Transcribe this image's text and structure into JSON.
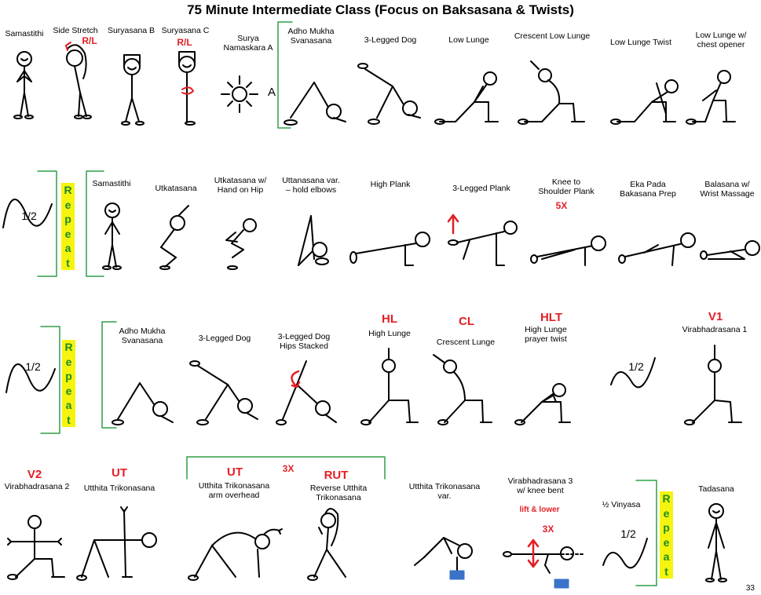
{
  "title": "75 Minute Intermediate Class (Focus on Baksasana & Twists)",
  "page_number": "33",
  "repeat_text": [
    "R",
    "e",
    "p",
    "e",
    "a",
    "t"
  ],
  "half_label": "1/2",
  "colors": {
    "accent": "#e31e24",
    "bracket": "#2e9d49",
    "repeat_bg": "#f4f40e",
    "repeat_text": "#1d8b25",
    "block": "#3b73c8"
  },
  "row1": [
    {
      "label": "Samastithi",
      "icon": "standing-figure-icon"
    },
    {
      "label": "Side Stretch",
      "tag": "R/L",
      "icon": "side-stretch-icon"
    },
    {
      "label": "Suryasana B",
      "icon": "arms-overhead-figure-icon"
    },
    {
      "label": "Suryasana C",
      "tag": "R/L",
      "icon": "twist-figure-icon"
    },
    {
      "label": "Surya\nNamaskara A",
      "tag_plain": "A",
      "icon": "sun-icon"
    },
    {
      "label": "Adho Mukha\nSvanasana",
      "icon": "downward-dog-icon"
    },
    {
      "label": "3-Legged Dog",
      "icon": "three-legged-dog-icon"
    },
    {
      "label": "Low Lunge",
      "icon": "low-lunge-icon"
    },
    {
      "label": "Crescent Low Lunge",
      "icon": "crescent-low-lunge-icon"
    },
    {
      "label": "Low Lunge Twist",
      "icon": "low-lunge-twist-icon"
    },
    {
      "label": "Low Lunge w/\nchest opener",
      "icon": "low-lunge-chest-opener-icon"
    }
  ],
  "row2": [
    {
      "label": "Samastithi"
    },
    {
      "label": "Utkatasana"
    },
    {
      "label": "Utkatasana w/\nHand on Hip"
    },
    {
      "label": "Uttanasana var.\n– hold elbows"
    },
    {
      "label": "High Plank"
    },
    {
      "label": "3-Legged Plank"
    },
    {
      "label": "Knee to\nShoulder Plank",
      "tag": "5X"
    },
    {
      "label": "Eka Pada\nBakasana Prep"
    },
    {
      "label": "Balasana w/\nWrist Massage"
    }
  ],
  "row3": [
    {
      "label": "Adho Mukha\nSvanasana"
    },
    {
      "label": "3-Legged Dog"
    },
    {
      "label": "3-Legged Dog\nHips Stacked"
    },
    {
      "label": "High Lunge",
      "tag": "HL"
    },
    {
      "label": "Crescent Lunge",
      "tag": "CL"
    },
    {
      "label": "High Lunge\nprayer twist",
      "tag": "HLT"
    },
    {
      "label": "Virabhadrasana 1",
      "tag": "V1"
    }
  ],
  "row4": [
    {
      "label": "Virabhadrasana 2",
      "tag": "V2"
    },
    {
      "label": "Utthita Trikonasana",
      "tag": "UT"
    },
    {
      "label": "Utthita Trikonasana\narm overhead",
      "tag": "UT"
    },
    {
      "label": "Reverse Utthita\nTrikonasana",
      "tag": "RUT"
    },
    {
      "label": "Utthita Trikonasana\nvar."
    },
    {
      "label": "Virabhadrasana 3\nw/ knee bent",
      "sub": "lift & lower",
      "tag": "3X"
    },
    {
      "label": "½ Vinyasa"
    },
    {
      "label": "Tadasana"
    }
  ],
  "group_tag": "3X"
}
